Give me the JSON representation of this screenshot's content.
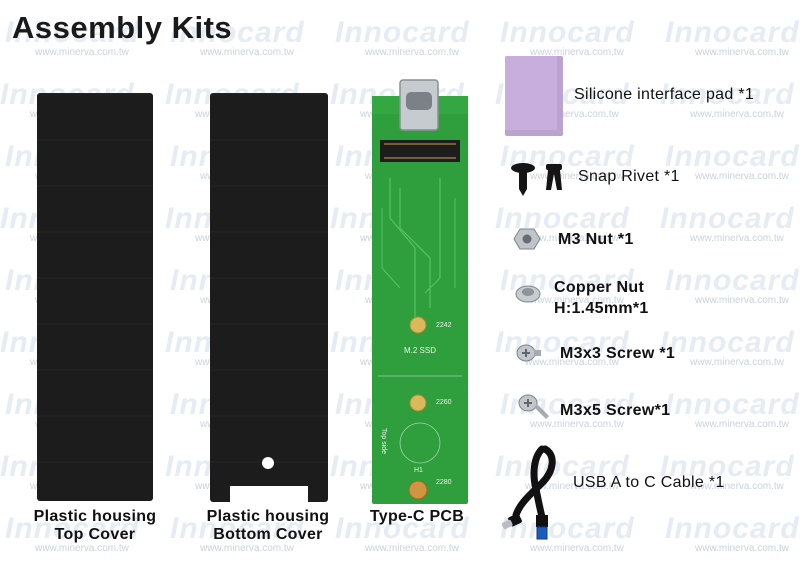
{
  "title": "Assembly Kits",
  "watermark": {
    "brand": "Innocard",
    "url": "www.minerva.com.tw"
  },
  "pcb": {
    "ssd_text": "M.2 SSD",
    "side_text": "Top side",
    "h1_text": "H1",
    "marks": [
      "2242",
      "2260",
      "2280"
    ]
  },
  "captions": {
    "top_cover": [
      "Plastic housing",
      "Top Cover"
    ],
    "bottom_cover": [
      "Plastic housing",
      "Bottom Cover"
    ],
    "pcb": "Type-C PCB"
  },
  "parts": {
    "silicone_pad": "Silicone interface pad *1",
    "snap_rivet": "Snap Rivet *1",
    "m3_nut": "M3 Nut *1",
    "copper_nut": [
      "Copper Nut",
      "H:1.45mm*1"
    ],
    "m3x3_screw": "M3x3 Screw *1",
    "m3x5_screw": "M3x5 Screw*1",
    "usb_cable": "USB A to C Cable *1"
  },
  "icons": [
    "silicone-pad-icon",
    "snap-rivet-icon",
    "m3-nut-icon",
    "copper-nut-icon",
    "m3x3-screw-icon",
    "m3x5-screw-icon",
    "usb-cable-icon"
  ],
  "colors": {
    "pcb": "#2f9e3c",
    "cover": "#1c1c1c",
    "pad": "#c7aedd",
    "gold": "#d19440",
    "watermark": "#e6ecf3"
  }
}
